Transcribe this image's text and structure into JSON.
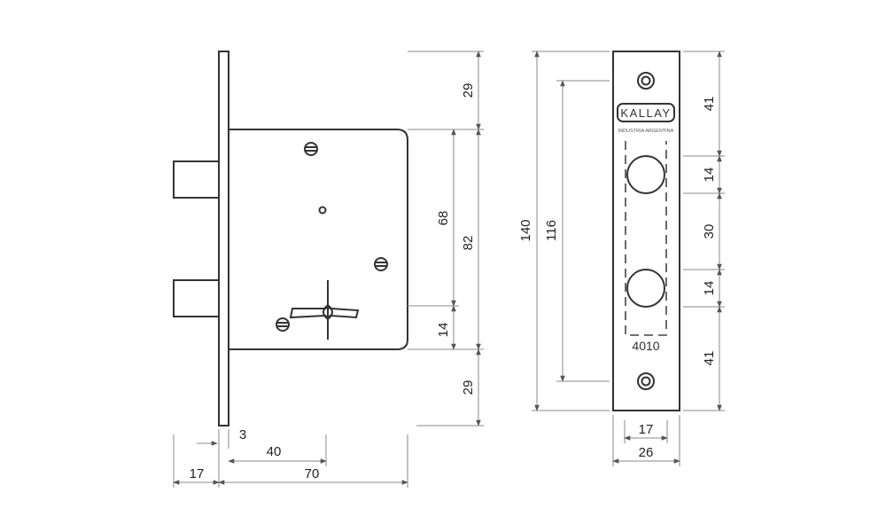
{
  "colors": {
    "line": "#333333",
    "dimension": "#888888",
    "background": "#ffffff"
  },
  "brand": {
    "logo": "KALLAY",
    "tagline": "INDUSTRIA ARGENTINA"
  },
  "model": "4010",
  "side_view": {
    "dimensions": {
      "top": "29",
      "body_inner": "68",
      "body_total": "82",
      "cam": "14",
      "bottom": "29",
      "plate_thickness": "3",
      "backset": "40",
      "bolt_projection": "17",
      "body_depth": "70"
    }
  },
  "front_view": {
    "dimensions": {
      "height": "140",
      "screw_span": "116",
      "top_margin": "41",
      "upper_hole": "14",
      "hole_spacing": "30",
      "lower_hole": "14",
      "bottom_margin": "41",
      "inner_width": "17",
      "width": "26"
    }
  }
}
